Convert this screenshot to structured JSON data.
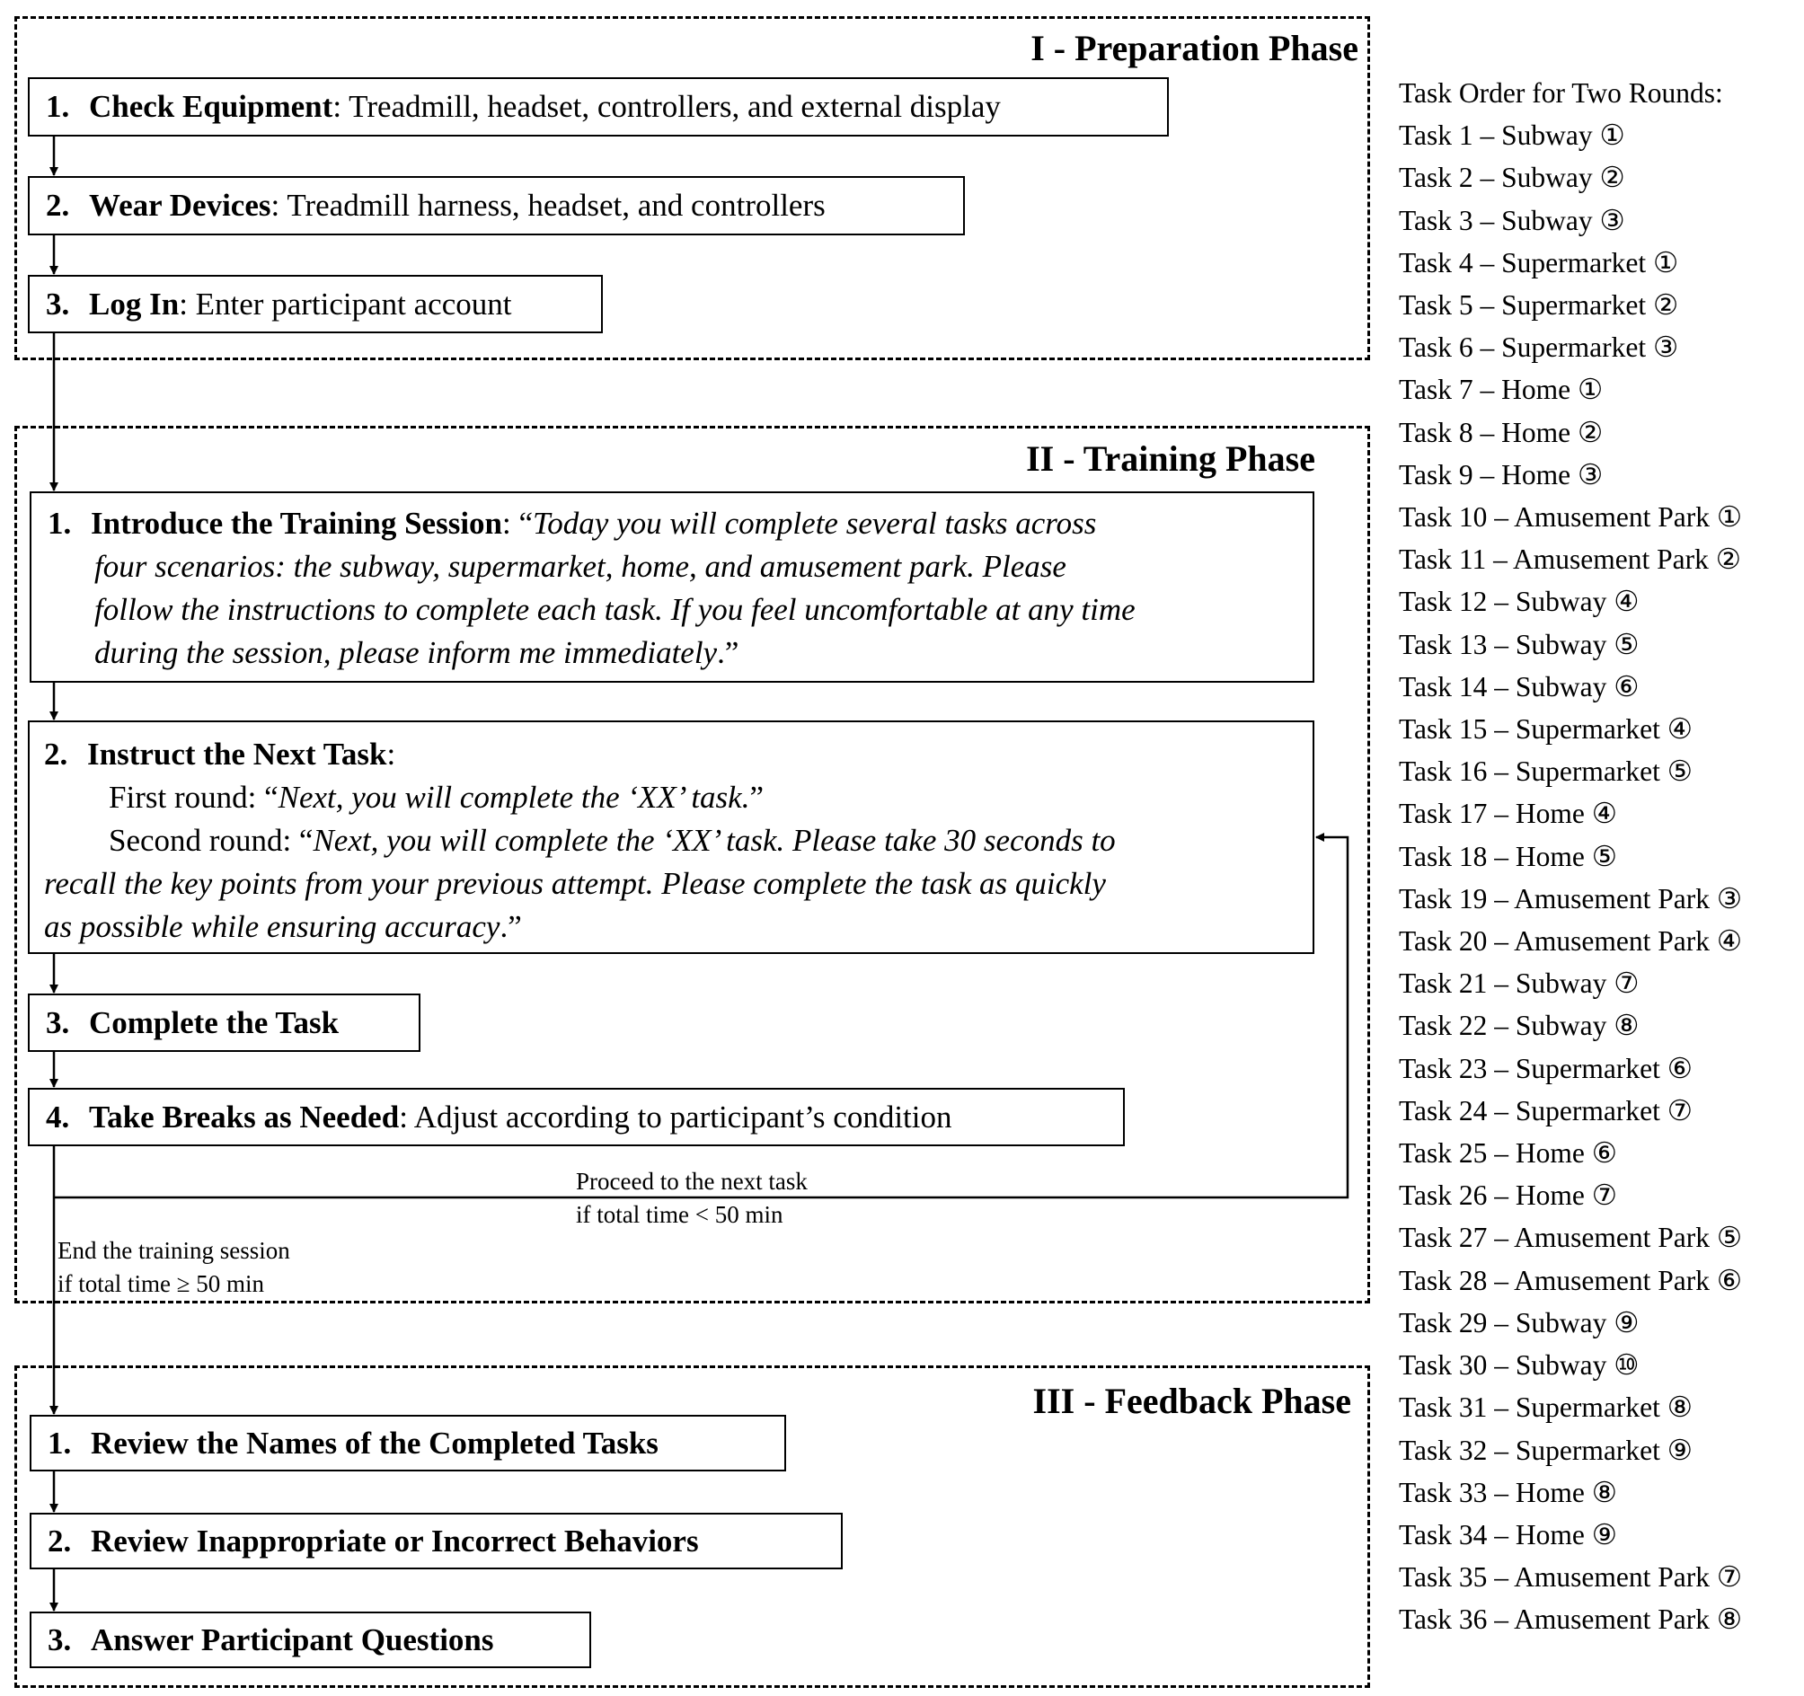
{
  "phases": [
    {
      "title": "I - Preparation Phase",
      "steps": [
        {
          "num": "1.",
          "label": "Check Equipment",
          "sep": ":",
          "rest": " Treadmill, headset, controllers, and external display"
        },
        {
          "num": "2.",
          "label": "Wear Devices",
          "sep": ":",
          "rest": " Treadmill harness, headset, and controllers"
        },
        {
          "num": "3.",
          "label": "Log In",
          "sep": ":",
          "rest": " Enter participant account"
        }
      ]
    },
    {
      "title": "II - Training Phase",
      "steps": [
        {
          "num": "1.",
          "label": "Introduce the Training Session",
          "sep": ": “",
          "lines": [
            "Today you will complete several tasks across",
            "four scenarios: the subway, supermarket, home, and amusement park. Please",
            "follow the instructions to complete each task. If you feel uncomfortable at any time",
            "during the session, please inform me immediately"
          ],
          "close": ".”"
        },
        {
          "num": "2.",
          "label": "Instruct the Next Task",
          "sep": ":",
          "first_prefix": "First round: “",
          "first_text": "Next, you will complete the ‘XX’ task.",
          "first_close": "”",
          "second_prefix": "Second round: “",
          "second_lines": [
            "Next, you will complete the ‘XX’ task. Please take 30 seconds to",
            "recall the key points from your previous attempt. Please complete the task as quickly",
            "as possible while ensuring accuracy"
          ],
          "second_close": ".”"
        },
        {
          "num": "3.",
          "label": "Complete the Task"
        },
        {
          "num": "4.",
          "label": "Take Breaks as Needed",
          "sep": ":",
          "rest": " Adjust according to participant’s condition"
        }
      ],
      "loop_label_1": "Proceed to the next task",
      "loop_label_2": "if total time < 50 min",
      "end_label_1": "End the training session",
      "end_label_2": "if total time ≥ 50 min"
    },
    {
      "title": "III - Feedback Phase",
      "steps": [
        {
          "num": "1.",
          "label": "Review the Names of the Completed Tasks"
        },
        {
          "num": "2.",
          "label": "Review Inappropriate or Incorrect Behaviors"
        },
        {
          "num": "3.",
          "label": "Answer Participant Questions"
        }
      ]
    }
  ],
  "task_order": {
    "heading": "Task Order for Two Rounds:",
    "tasks": [
      "Task 1 – Subway ①",
      "Task 2 – Subway ②",
      "Task 3 – Subway ③",
      "Task 4 – Supermarket ①",
      "Task 5 – Supermarket ②",
      "Task 6 – Supermarket ③",
      "Task 7 – Home ①",
      "Task 8 – Home ②",
      "Task 9 – Home ③",
      "Task 10 – Amusement Park ①",
      "Task 11 – Amusement Park ②",
      "Task 12 – Subway ④",
      "Task 13 – Subway ⑤",
      "Task 14 – Subway ⑥",
      "Task 15 – Supermarket ④",
      "Task 16 – Supermarket ⑤",
      "Task 17 – Home ④",
      "Task 18 – Home ⑤",
      "Task 19 – Amusement Park ③",
      "Task 20 – Amusement Park ④",
      "Task 21 – Subway ⑦",
      "Task 22 – Subway ⑧",
      "Task 23 – Supermarket ⑥",
      "Task 24 – Supermarket ⑦",
      "Task 25 – Home ⑥",
      "Task 26 – Home ⑦",
      "Task 27 – Amusement Park ⑤",
      "Task 28 – Amusement Park ⑥",
      "Task 29 – Subway ⑨",
      "Task 30 – Subway ⑩",
      "Task 31 – Supermarket ⑧",
      "Task 32 – Supermarket ⑨",
      "Task 33 – Home ⑧",
      "Task 34 – Home ⑨",
      "Task 35 – Amusement Park ⑦",
      "Task 36 – Amusement Park ⑧"
    ]
  }
}
